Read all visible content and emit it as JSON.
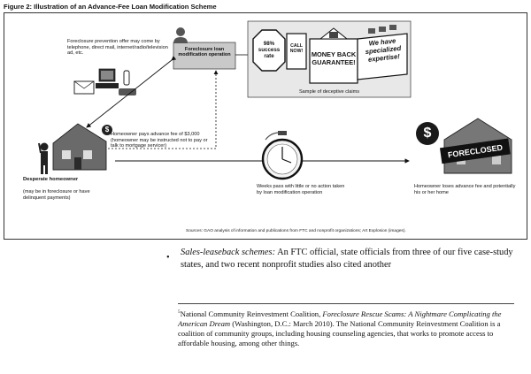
{
  "figure": {
    "title": "Figure 2: Illustration of an Advance-Fee Loan Modification Scheme",
    "offer_text": "Foreclosure prevention offer may come by telephone, direct mail, internet/radio/television ad, etc.",
    "operation_label": "Foreclosure loan modification operation",
    "claims": {
      "success": "98% success rate",
      "call_now": "CALL NOW!",
      "guarantee": "MONEY BACK GUARANTEE!",
      "expertise": "We have specialized expertise!",
      "caption": "Sample of deceptive claims"
    },
    "fee_icon": "$",
    "fee_text": "Homeowner pays advance fee of $3,000 (homeowner may be instructed not to pay or talk to mortgage servicer)",
    "homeowner_title": "Desperate homeowner",
    "homeowner_note": "(may be in foreclosure or have delinquent payments)",
    "weeks_text": "Weeks pass with little or no action taken by loan modification operation",
    "foreclosed_sign": "FORECLOSED",
    "foreclosed_dollar": "$",
    "loss_text": "Homeowner loses advance fee and potentially his or her home",
    "source": "Sources: GAO analysis of information and publications from FTC and nonprofit organizations; Art Explosion (images)."
  },
  "body": {
    "bullet": "•",
    "lead": "Sales-leaseback schemes:",
    "text": " An FTC official, state officials from three of our five case-study states, and two recent nonprofit studies also cited another"
  },
  "footnote": {
    "marker": "5",
    "org": "National Community Reinvestment Coalition, ",
    "title": "Foreclosure Rescue Scams: A Nightmare Complicating the American Dream",
    "rest": " (Washington, D.C.: March 2010). The National Community Reinvestment Coalition is a coalition of community groups, including housing counseling agencies, that works to promote access to affordable housing, among other things."
  }
}
